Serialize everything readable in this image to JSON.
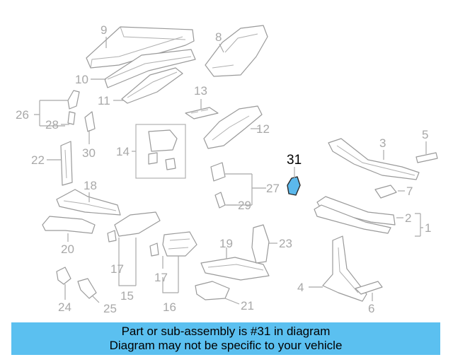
{
  "diagram": {
    "highlighted_part": "31",
    "highlight_color": "#5bb8ec",
    "callouts": [
      "9",
      "8",
      "10",
      "11",
      "13",
      "26",
      "28",
      "12",
      "30",
      "22",
      "14",
      "3",
      "5",
      "31",
      "18",
      "27",
      "7",
      "29",
      "2",
      "1",
      "23",
      "20",
      "19",
      "17",
      "17",
      "4",
      "6",
      "24",
      "25",
      "15",
      "16",
      "21"
    ]
  },
  "banner": {
    "line1": "Part or sub-assembly is #31 in diagram",
    "line2": "Diagram may not be specific to your vehicle",
    "background": "#5bc0f0"
  }
}
